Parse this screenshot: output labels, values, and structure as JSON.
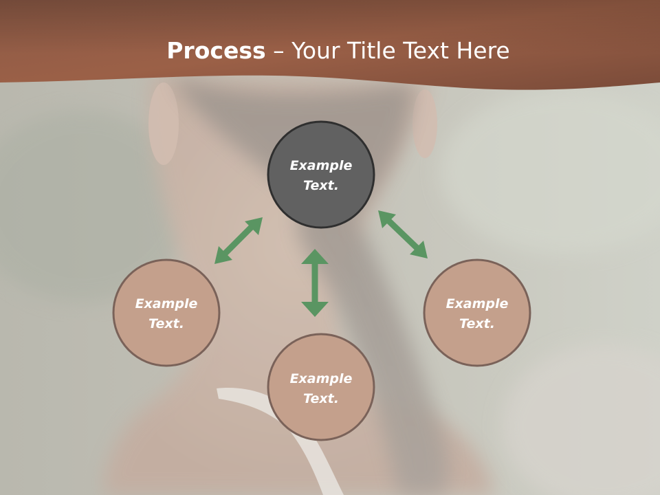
{
  "slide": {
    "title_bold": "Process",
    "title_rest": " – Your Title Text Here"
  },
  "nodes": [
    {
      "line1": "Example",
      "line2": "Text."
    },
    {
      "line1": "Example",
      "line2": "Text."
    },
    {
      "line1": "Example",
      "line2": "Text."
    },
    {
      "line1": "Example",
      "line2": "Text."
    }
  ],
  "colors": {
    "header": "#9a6147",
    "center_node": "#616161",
    "outer_node": "#c4a08c",
    "node_border": "#7a6259",
    "arrow": "#5a9562"
  }
}
